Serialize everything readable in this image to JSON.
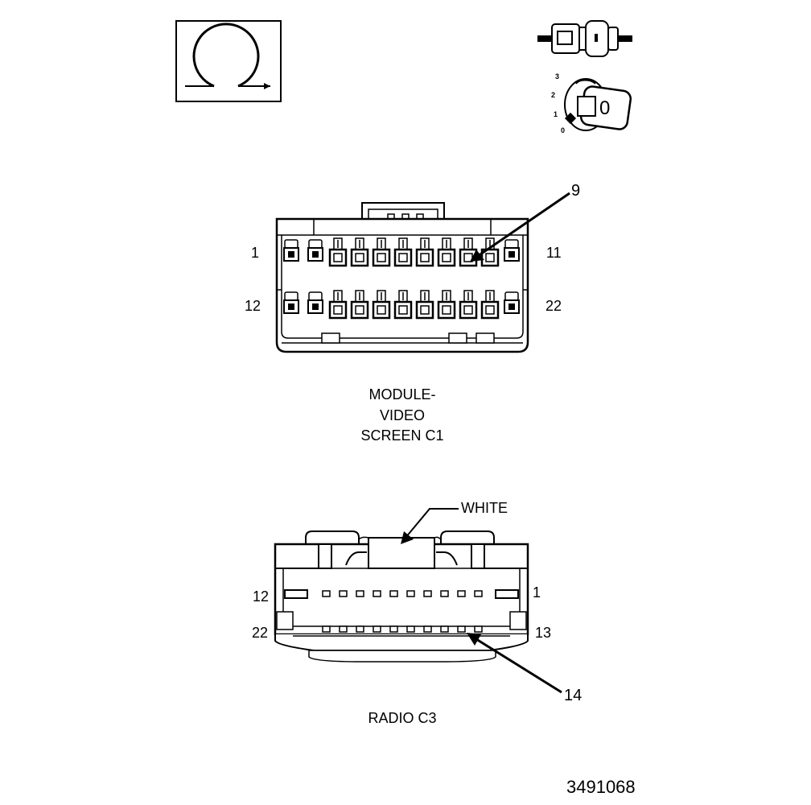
{
  "icons": {
    "ignition_icon": "ignition-key-icon",
    "connector_icon": "connector-plug-icon",
    "rotation_icon": "rotation-symbol-icon"
  },
  "ignition_positions": [
    "3",
    "2",
    "1",
    "0"
  ],
  "key_letter": "0",
  "connector_c1": {
    "title_lines": [
      "MODULE-",
      "VIDEO",
      "SCREEN C1"
    ],
    "pin_labels": {
      "top_left": "1",
      "top_right": "11",
      "bottom_left": "12",
      "bottom_right": "22"
    },
    "callout": "9"
  },
  "connector_c3": {
    "title": "RADIO C3",
    "color_label": "WHITE",
    "pin_labels": {
      "top_left": "12",
      "top_right": "1",
      "bottom_left": "22",
      "bottom_right": "13"
    },
    "callout": "14"
  },
  "figure_number": "3491068"
}
